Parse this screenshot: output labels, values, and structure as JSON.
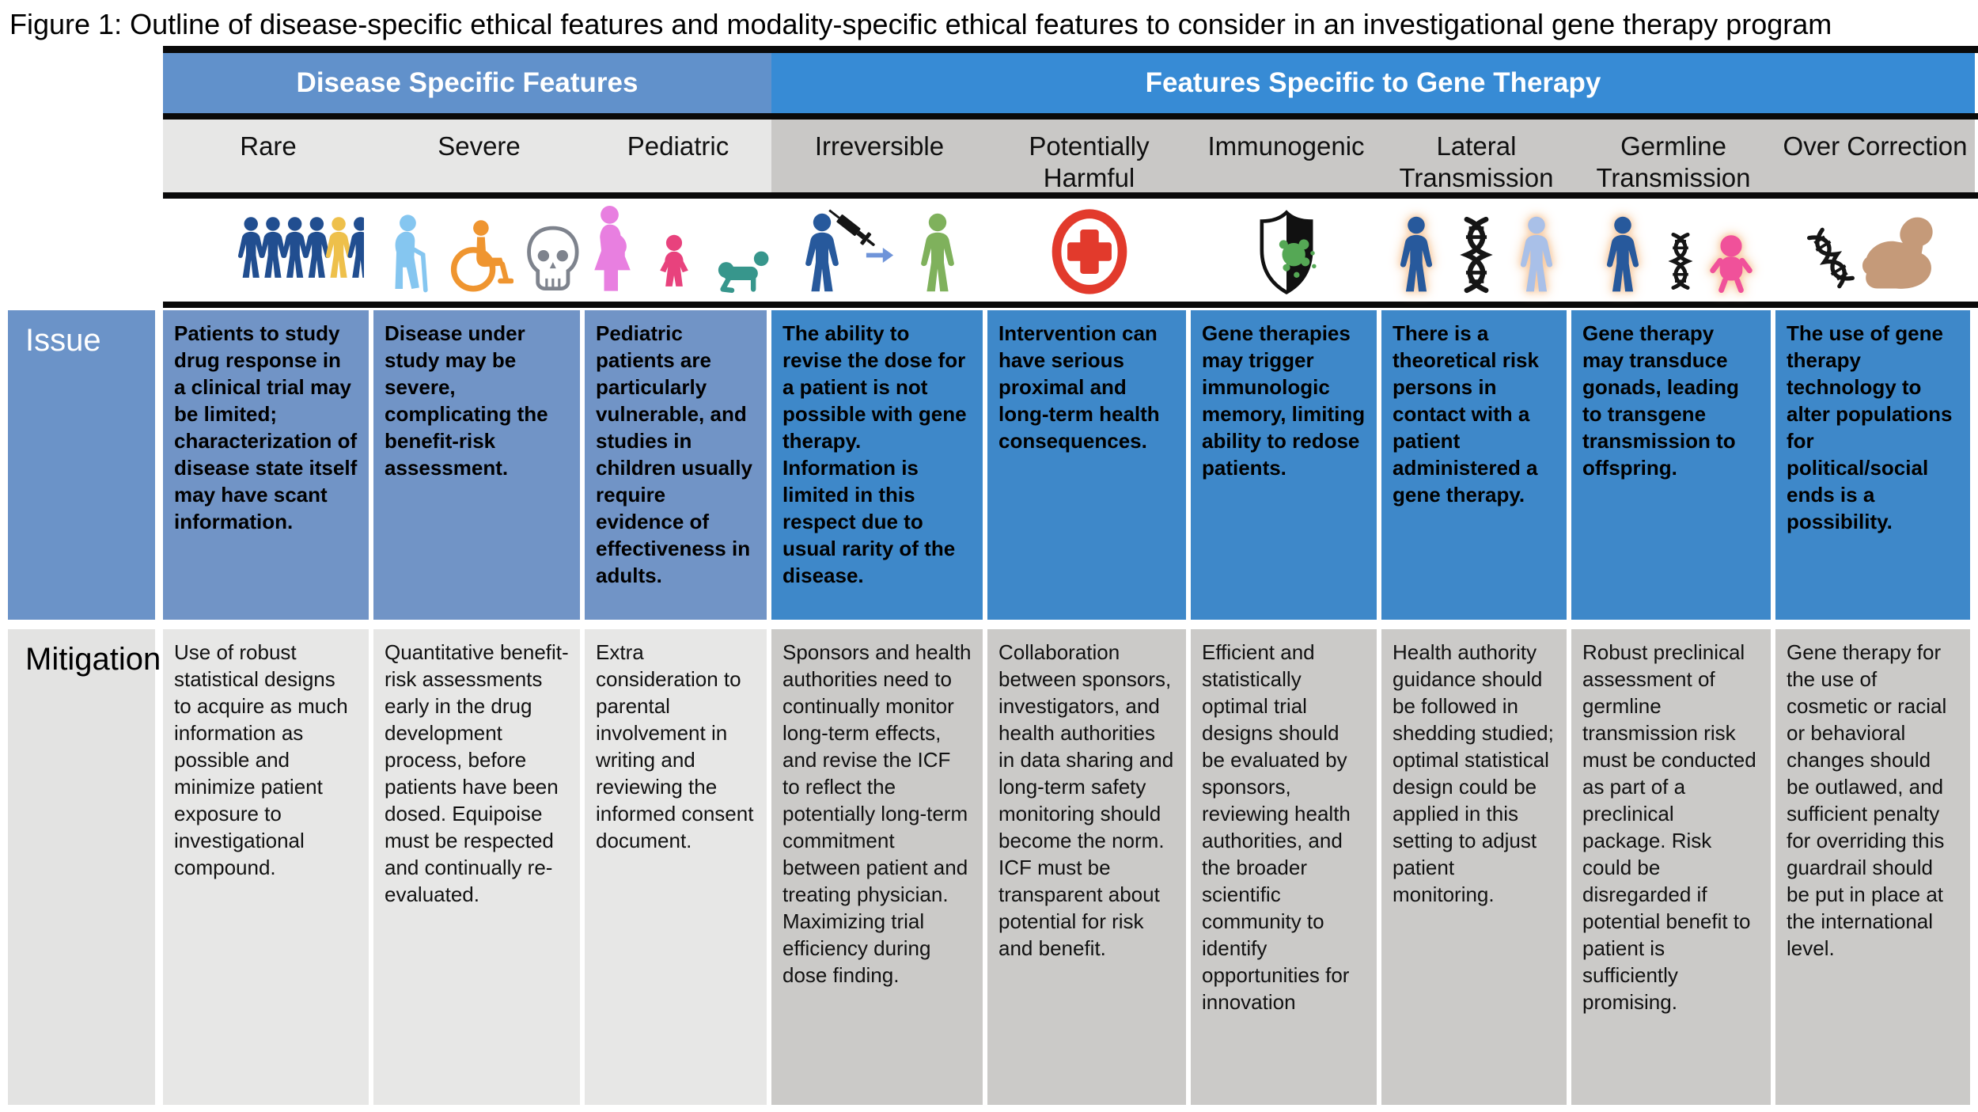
{
  "title": "Figure 1: Outline of disease-specific ethical features and modality-specific ethical features to consider in an investigational gene therapy program",
  "banner": {
    "disease": "Disease Specific Features",
    "gene": "Features Specific to Gene Therapy"
  },
  "row_labels": {
    "issue": "Issue",
    "mitigation": "Mitigation"
  },
  "colors": {
    "disease_band_blue": "#6191cb",
    "gene_band_blue": "#378bd5",
    "disease_header_gray": "#e7e7e6",
    "gene_header_gray": "#c9c8c6",
    "disease_issue_blue": "#7194c6",
    "gene_issue_blue": "#3e88c9",
    "disease_mitigation_gray": "#e7e7e6",
    "gene_mitigation_gray": "#cbcac8",
    "border_black": "#0a0a0a"
  },
  "columns": [
    {
      "header": "Rare",
      "group": "disease",
      "icon": "rare-patient-population-icon",
      "issue": "Patients to study drug response in a clinical trial may be limited; characterization of disease state itself may have scant information.",
      "mitigation": "Use of robust statistical designs to acquire as much information as possible and minimize patient exposure to investigational compound."
    },
    {
      "header": "Severe",
      "group": "disease",
      "icon": "elderly-wheelchair-skull-icon",
      "issue": "Disease under study may be severe, complicating the benefit-risk assessment.",
      "mitigation": "Quantitative benefit-risk assessments early in the drug development process, before patients have been dosed. Equipoise must be respected and continually re-evaluated."
    },
    {
      "header": "Pediatric",
      "group": "disease",
      "icon": "pregnant-toddler-infant-icon",
      "issue": "Pediatric patients are particularly vulnerable, and studies in children usually require evidence of effectiveness in adults.",
      "mitigation": "Extra consideration to parental involvement in writing and reviewing the informed consent document."
    },
    {
      "header": "Irreversible",
      "group": "gene",
      "icon": "irreversible-dosing-icon",
      "issue": "The ability to revise the dose for a patient is not possible with gene therapy. Information is limited in this respect due to usual rarity of the disease.",
      "mitigation": "Sponsors and health authorities need to continually monitor long-term effects, and revise the ICF to reflect the potentially long-term commitment between patient and treating physician. Maximizing trial efficiency during dose finding."
    },
    {
      "header": "Potentially Harmful",
      "group": "gene",
      "icon": "red-cross-emblem-icon",
      "issue": "Intervention can have serious proximal and long-term health consequences.",
      "mitigation": "Collaboration between sponsors, investigators, and health authorities in data sharing and long-term safety monitoring should become the norm. ICF must be transparent about potential for risk and benefit."
    },
    {
      "header": "Immunogenic",
      "group": "gene",
      "icon": "immune-shield-icon",
      "issue": "Gene therapies may trigger immunologic memory, limiting ability to redose patients.",
      "mitigation": "Efficient and statistically optimal trial designs should be evaluated by sponsors, reviewing health authorities, and the broader scientific community to identify opportunities for innovation"
    },
    {
      "header": "Lateral Transmission",
      "group": "gene",
      "icon": "lateral-transmission-icon",
      "issue": "There is a theoretical risk persons in contact with a patient administered a gene therapy.",
      "mitigation": "Health authority guidance should be followed in shedding studied; optimal statistical design could be applied in this setting to adjust patient monitoring."
    },
    {
      "header": "Germline Transmission",
      "group": "gene",
      "icon": "germline-transmission-icon",
      "issue": "Gene therapy may transduce gonads, leading to transgene transmission to offspring.",
      "mitigation": "Robust preclinical assessment of germline transmission risk must be conducted as part of a preclinical package. Risk could be disregarded if potential benefit to patient is sufficiently promising."
    },
    {
      "header": "Over Correction",
      "group": "gene",
      "icon": "dna-muscle-overcorrection-icon",
      "issue": "The use of gene therapy technology to alter populations for political/social ends is a possibility.",
      "mitigation": "Gene therapy for the use of cosmetic or racial or behavioral changes should be outlawed, and sufficient penalty for overriding this guardrail should be put in place at the international level."
    }
  ]
}
